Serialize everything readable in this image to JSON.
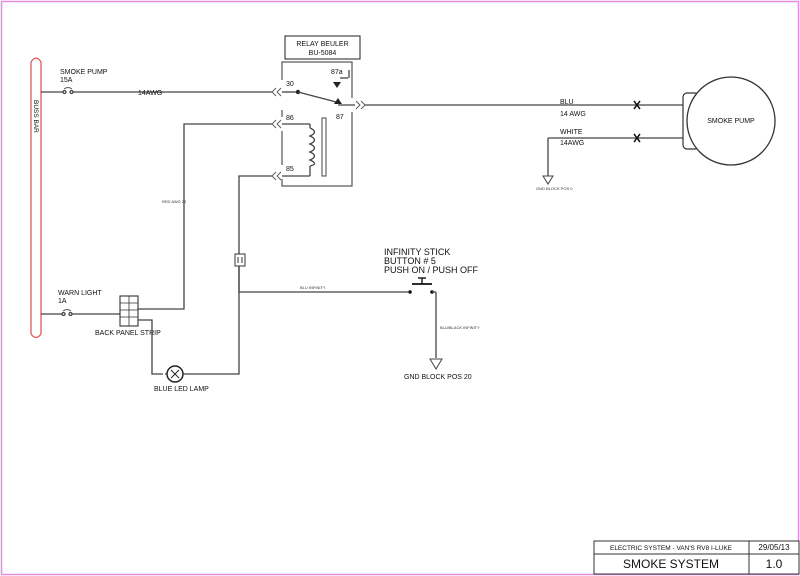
{
  "diagram": {
    "buss_bar": "BUSS BAR",
    "smoke_pump_cb": {
      "name": "SMOKE PUMP",
      "rating": "15A"
    },
    "warn_light_cb": {
      "name": "WARN LIGHT",
      "rating": "1A"
    },
    "wire_main": "14AWG",
    "relay": {
      "title": "RELAY BEULER",
      "part": "BU-5084",
      "pins": [
        "30",
        "87a",
        "86",
        "87",
        "85"
      ]
    },
    "blu_wire": {
      "color": "BLU",
      "gauge": "14 AWG"
    },
    "white_wire": {
      "color": "WHITE",
      "gauge": "14AWG"
    },
    "motor_label": "SMOKE PUMP",
    "gnd_small": "GND BLOCK POS 0",
    "red_wire": "RED AWG 22",
    "stick": {
      "line1": "INFINITY STICK",
      "line2": "BUTTON # 5",
      "line3": "PUSH ON / PUSH OFF"
    },
    "blu_infinity": "BLU INFINITY",
    "blu_black_infinity": "BLU/BLACK INFINITY",
    "gnd_block": "GND BLOCK POS 20",
    "back_panel": "BACK PANEL STRIP",
    "lamp": "BLUE LED LAMP"
  },
  "title_block": {
    "system": "ELECTRIC SYSTEM - VAN'S RV8 I-LUKE",
    "date": "29/05/13",
    "name": "SMOKE SYSTEM",
    "version": "1.0"
  },
  "colors": {
    "border": "#e58be0",
    "bus": "#e05a5a",
    "wire": "#444444"
  }
}
